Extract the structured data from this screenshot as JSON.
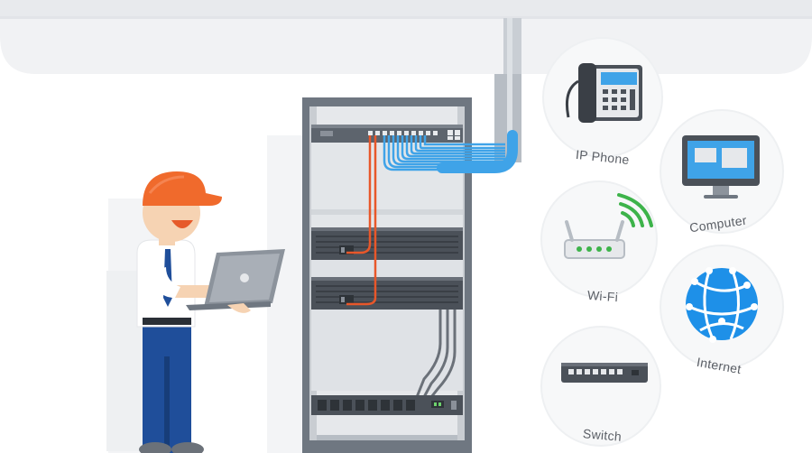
{
  "devices": [
    {
      "id": "ip-phone",
      "label": "IP Phone",
      "icon": "ip-phone-icon",
      "rotate": 6
    },
    {
      "id": "computer",
      "label": "Computer",
      "icon": "computer-icon",
      "rotate": -8
    },
    {
      "id": "wifi",
      "label": "Wi-Fi",
      "icon": "wifi-router-icon",
      "rotate": 4
    },
    {
      "id": "internet",
      "label": "Internet",
      "icon": "globe-icon",
      "rotate": 10
    },
    {
      "id": "switch",
      "label": "Switch",
      "icon": "network-switch-icon",
      "rotate": 5
    }
  ],
  "colors": {
    "ceiling": "#f0f1f3",
    "rack_frame": "#6f7781",
    "rack_inner": "#e6e8eb",
    "cable_blue": "#3fa3e8",
    "cable_orange": "#e8572a",
    "cap_orange": "#f06a2c",
    "pants_blue": "#1f4e9a",
    "wifi_green": "#3db34a",
    "globe_blue": "#1e90e8"
  }
}
